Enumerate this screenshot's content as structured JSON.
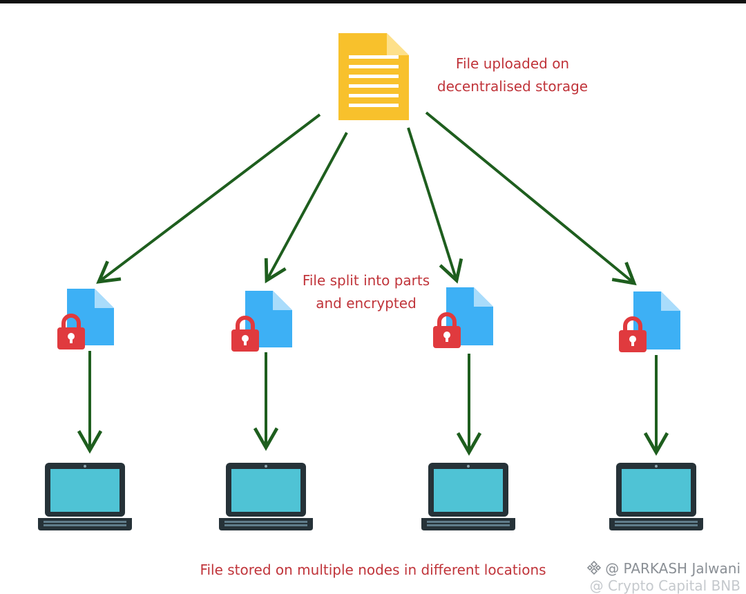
{
  "labels": {
    "uploaded_line1": "File uploaded on",
    "uploaded_line2": "decentralised storage",
    "split_line1": "File split into parts",
    "split_line2": "and encrypted",
    "stored": "File stored on multiple nodes in different locations"
  },
  "watermark": {
    "author": "@ PARKASH Jalwani",
    "source": "@ Crypto Capital BNB"
  },
  "icons": {
    "source_file": "document-icon",
    "file_part": "file-icon",
    "lock": "padlock-icon",
    "node": "laptop-icon"
  },
  "colors": {
    "label_text": "#c0343a",
    "arrow": "#1e5e1e",
    "document": "#f8c12c",
    "file_part": "#3db0f5",
    "lock": "#e03a3e",
    "laptop_screen": "#4fc3d5",
    "laptop_body": "#263238"
  },
  "nodes": [
    {
      "id": "node-1"
    },
    {
      "id": "node-2"
    },
    {
      "id": "node-3"
    },
    {
      "id": "node-4"
    }
  ]
}
